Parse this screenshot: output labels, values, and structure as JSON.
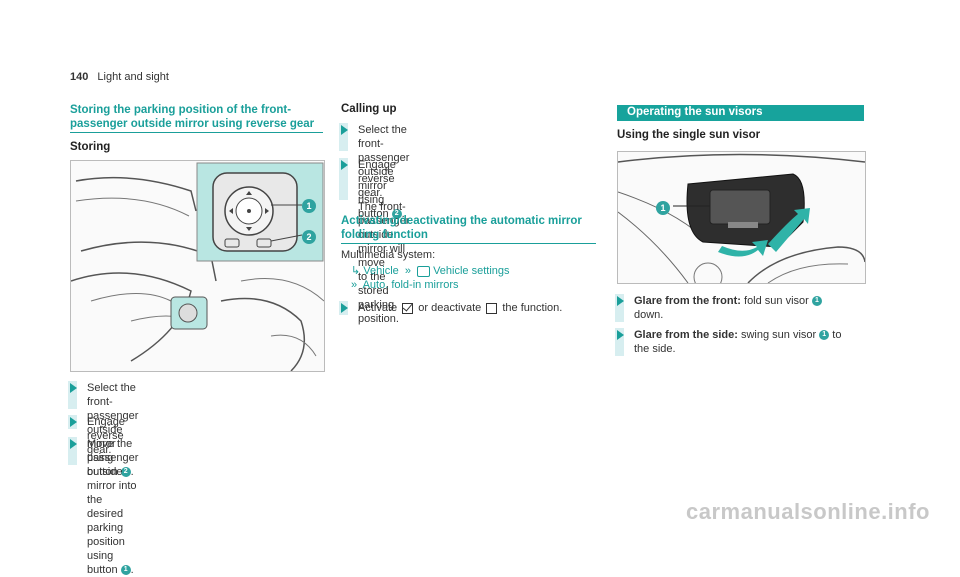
{
  "header": {
    "page_number": "140",
    "section": "Light and sight"
  },
  "col1": {
    "title_line1": "Storing the parking position of the front-",
    "title_line2": "passenger outside mirror using reverse gear",
    "subtitle": "Storing",
    "steps": [
      {
        "line1": "Select the front-passenger outside mirror",
        "line2": "using button",
        "badge": "2",
        "end": "."
      },
      {
        "line1": "Engage reverse gear."
      },
      {
        "line1": "Move the passenger outside mirror into the",
        "line2": "desired parking position using button",
        "badge": "1",
        "end": "."
      }
    ],
    "figure_callouts": [
      "1",
      "2"
    ]
  },
  "col2": {
    "calling_title": "Calling up",
    "calling_steps": [
      {
        "line1": "Select the front-passenger outside mirror",
        "line2": "using button",
        "badge": "2",
        "end": "."
      },
      {
        "line1": "Engage reverse gear.",
        "line2": "The front-passenger outside mirror will move",
        "line3": "to the stored parking position."
      }
    ],
    "activ_title_line1": "Activating/deactivating the automatic mirror",
    "activ_title_line2": "folding function",
    "multimedia": "Multimedia system:",
    "menu_vehicle": "Vehicle",
    "menu_settings": "Vehicle settings",
    "menu_fold": "Auto. fold-in mirrors",
    "activate_step": {
      "a": "Activate",
      "b": "or deactivate",
      "c": "the function."
    }
  },
  "col3": {
    "banner": "Operating the sun visors",
    "subtitle": "Using the single sun visor",
    "figure_callouts": [
      "1"
    ],
    "steps": [
      {
        "bold": "Glare from the front:",
        "rest": " fold sun visor",
        "badge": "1",
        "line2": "down."
      },
      {
        "bold": "Glare from the side:",
        "rest": " swing sun visor",
        "badge": "1",
        "end": " to",
        "line2": "the side."
      }
    ]
  },
  "watermark": "carmanualsonline.info"
}
